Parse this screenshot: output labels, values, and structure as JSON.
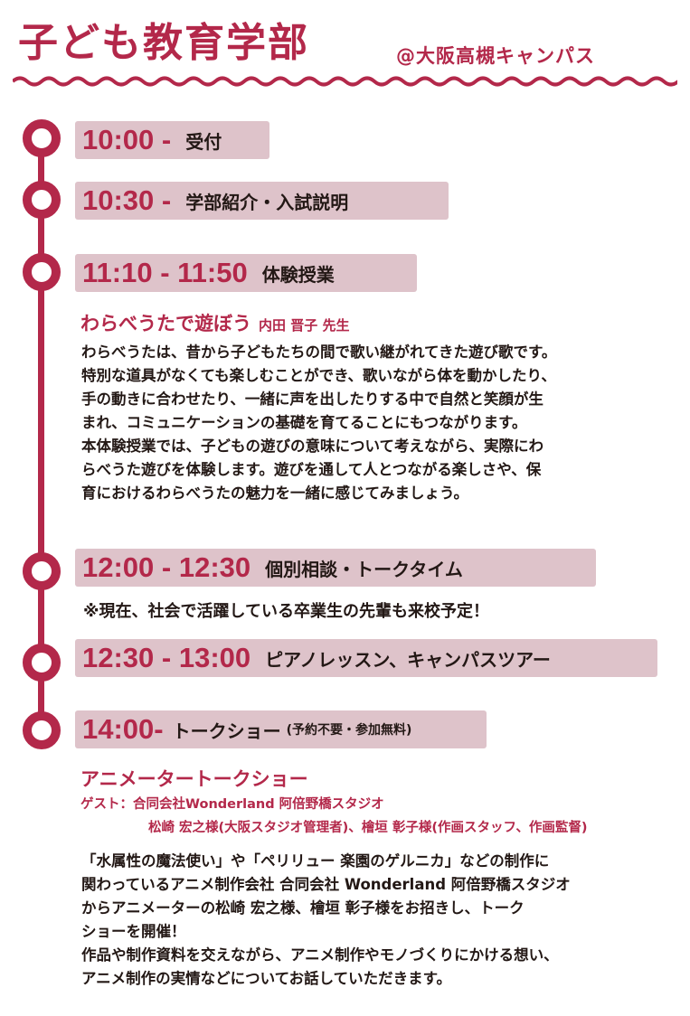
{
  "header": {
    "title": "子ども教育学部",
    "campus": "@大阪高槻キャンパス"
  },
  "schedule": [
    {
      "time": "10:00 -",
      "label": "受付"
    },
    {
      "time": "10:30 -",
      "label": "学部紹介・入試説明"
    },
    {
      "time": "11:10 - 11:50",
      "label": "体験授業"
    },
    {
      "time": "12:00 - 12:30",
      "label": "個別相談・トークタイム"
    },
    {
      "time": "12:30 - 13:00",
      "label": "ピアノレッスン、キャンパスツアー"
    },
    {
      "time": "14:00-",
      "label": "トークショー",
      "note": "(予約不要・参加無料)"
    }
  ],
  "lesson": {
    "title": "わらべうたで遊ぼう",
    "lecturer": "内田 晋子 先生",
    "body": [
      "わらべうたは、昔から子どもたちの間で歌い継がれてきた遊び歌です。",
      "特別な道具がなくても楽しむことができ、歌いながら体を動かしたり、",
      "手の動きに合わせたり、一緒に声を出したりする中で自然と笑顔が生",
      "まれ、コミュニケーションの基礎を育てることにもつながります。",
      "本体験授業では、子どもの遊びの意味について考えながら、実際にわ",
      "らべうた遊びを体験します。遊びを通して人とつながる楽しさや、保",
      "育におけるわらべうたの魅力を一緒に感じてみましょう。"
    ]
  },
  "consult_note": "※現在、社会で活躍している卒業生の先輩も来校予定！",
  "talk": {
    "title": "アニメータートークショー",
    "guest_line1": "ゲスト：合同会社Wonderland 阿倍野橋スタジオ",
    "guest_line2": "松崎 宏之様(大阪スタジオ管理者)、檜垣 彰子様(作画スタッフ、作画監督)",
    "body": [
      "「水属性の魔法使い」や「ペリリュー 楽園のゲルニカ」などの制作に",
      "関わっているアニメ制作会社 合同会社 Wonderland 阿倍野橋スタジオ",
      "からアニメーターの松崎 宏之様、檜垣 彰子様をお招きし、トーク",
      "ショーを開催！",
      "作品や制作資料を交えながら、アニメ制作やモノづくりにかける想い、",
      "アニメ制作の実情などについてお話していただきます。"
    ]
  },
  "colors": {
    "accent": "#b3284a",
    "bar": "#dec3ca"
  }
}
